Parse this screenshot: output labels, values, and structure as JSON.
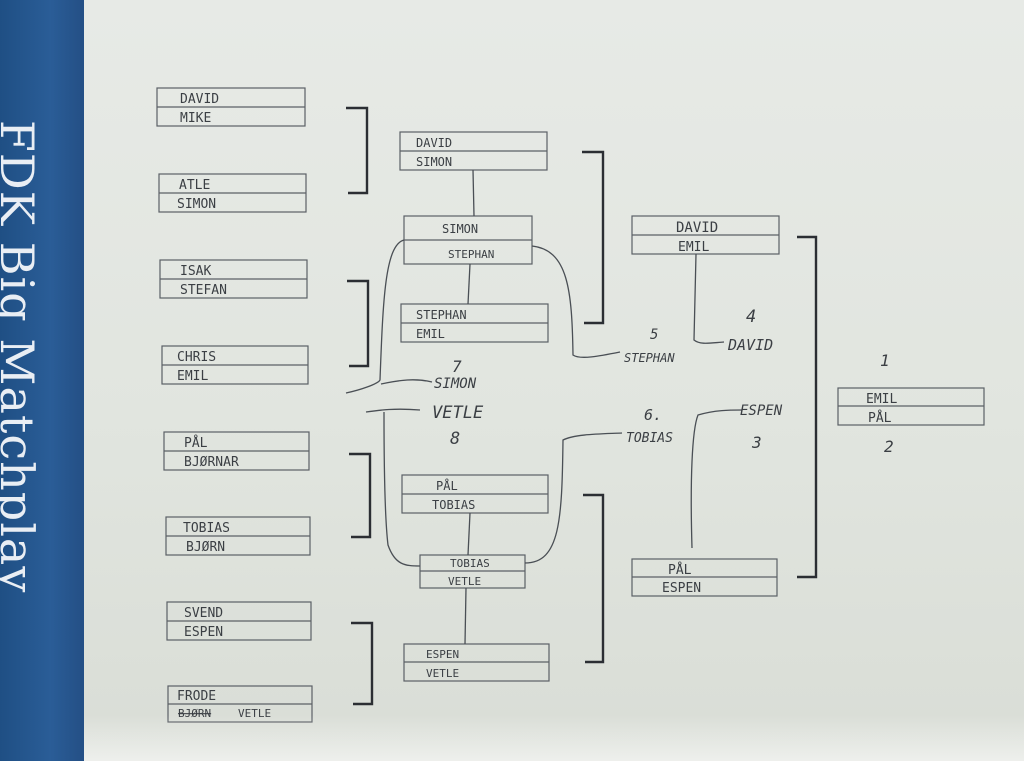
{
  "banner": {
    "text": "FDK Big Matchplay"
  },
  "round1": [
    {
      "top": "DAVID",
      "bottom": "MIKE"
    },
    {
      "top": "ATLE",
      "bottom": "SIMON"
    },
    {
      "top": "ISAK",
      "bottom": "STEFAN"
    },
    {
      "top": "CHRIS",
      "bottom": "EMIL"
    },
    {
      "top": "PÅL",
      "bottom": "BJØRNAR"
    },
    {
      "top": "TOBIAS",
      "bottom": "BJØRN"
    },
    {
      "top": "SVEND",
      "bottom": "ESPEN"
    },
    {
      "top": "FRODE",
      "bottom": "VETLE",
      "struck": "BJØRN"
    }
  ],
  "round2": [
    {
      "top": "DAVID",
      "bottom": "SIMON"
    },
    {
      "top": "STEPHAN",
      "bottom": "EMIL"
    },
    {
      "top": "PÅL",
      "bottom": "TOBIAS"
    },
    {
      "top": "ESPEN",
      "bottom": "VETLE"
    }
  ],
  "playoff_upper": {
    "top": "SIMON",
    "bottom": "STEPHAN"
  },
  "playoff_lower": {
    "top": "TOBIAS",
    "bottom": "VETLE"
  },
  "round3": [
    {
      "top": "DAVID",
      "bottom": "EMIL"
    },
    {
      "top": "PÅL",
      "bottom": "ESPEN"
    }
  ],
  "final": {
    "top": "EMIL",
    "bottom": "PÅL"
  },
  "annotations": {
    "simon_7": {
      "rank": "7",
      "name": "SIMON"
    },
    "vetle_8": {
      "name": "VETLE",
      "rank": "8"
    },
    "stephan_5": {
      "rank": "5",
      "name": "STEPHAN"
    },
    "tobias_6": {
      "rank": "6.",
      "name": "TOBIAS"
    },
    "david_4": {
      "rank": "4",
      "name": "DAVID"
    },
    "espen_3": {
      "name": "ESPEN",
      "rank": "3"
    },
    "first": "1",
    "second": "2"
  }
}
